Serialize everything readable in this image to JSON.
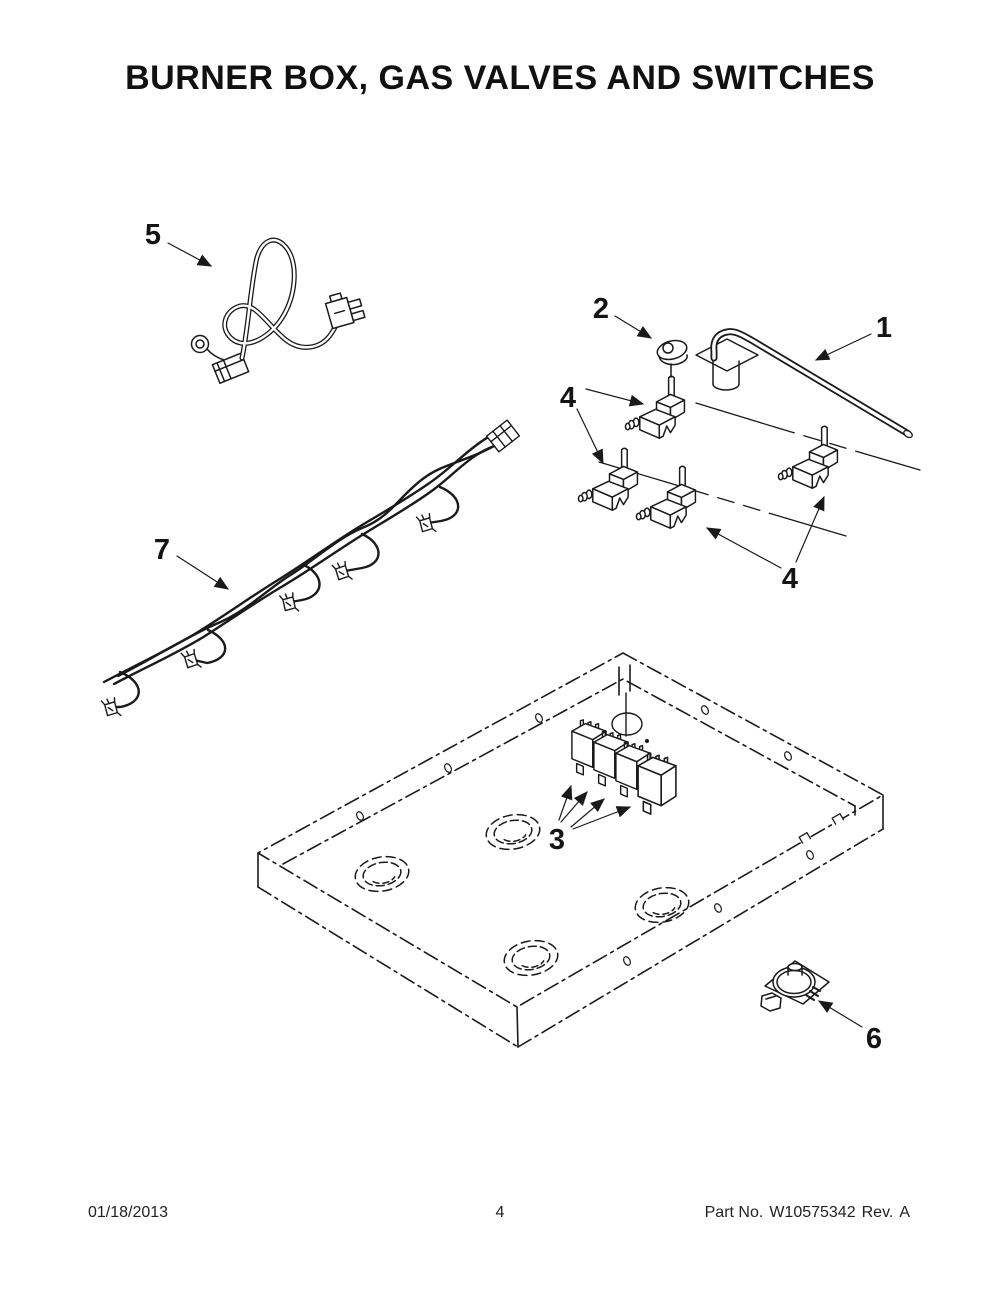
{
  "title": "BURNER BOX, GAS VALVES AND SWITCHES",
  "footer": {
    "date": "01/18/2013",
    "page_number": "4",
    "part_label": "Part No.",
    "part_number": "W10575342",
    "revision_label": "Rev.",
    "revision": "A"
  },
  "callouts": {
    "item1": "1",
    "item2": "2",
    "item3": "3",
    "item4_left": "4",
    "item4_right": "4",
    "item5": "5",
    "item6": "6",
    "item7": "7"
  },
  "colors": {
    "ink": "#1a1a1a",
    "paper": "#ffffff"
  }
}
